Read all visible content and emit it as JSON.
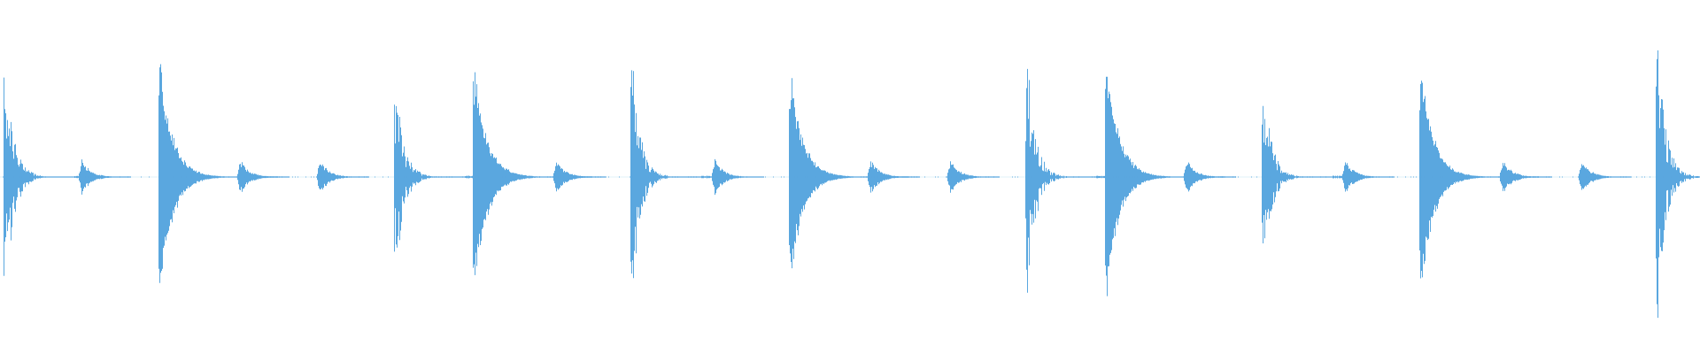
{
  "waveform": {
    "color": "#5aa7df",
    "baseline": "center",
    "hits": [
      {
        "t": 0.002,
        "amp": 0.82,
        "type": "snare"
      },
      {
        "t": 0.046,
        "amp": 0.12,
        "type": "ghost"
      },
      {
        "t": 0.093,
        "amp": 0.75,
        "type": "kick"
      },
      {
        "t": 0.139,
        "amp": 0.12,
        "type": "ghost"
      },
      {
        "t": 0.186,
        "amp": 0.12,
        "type": "ghost"
      },
      {
        "t": 0.232,
        "amp": 0.62,
        "type": "snare"
      },
      {
        "t": 0.278,
        "amp": 0.72,
        "type": "kick"
      },
      {
        "t": 0.325,
        "amp": 0.12,
        "type": "ghost"
      },
      {
        "t": 0.371,
        "amp": 0.72,
        "type": "snare"
      },
      {
        "t": 0.418,
        "amp": 0.12,
        "type": "ghost"
      },
      {
        "t": 0.464,
        "amp": 0.66,
        "type": "kick"
      },
      {
        "t": 0.51,
        "amp": 0.12,
        "type": "ghost"
      },
      {
        "t": 0.557,
        "amp": 0.12,
        "type": "ghost"
      },
      {
        "t": 0.603,
        "amp": 0.78,
        "type": "snare"
      },
      {
        "t": 0.65,
        "amp": 0.74,
        "type": "kick"
      },
      {
        "t": 0.696,
        "amp": 0.12,
        "type": "ghost"
      },
      {
        "t": 0.742,
        "amp": 0.58,
        "type": "snare"
      },
      {
        "t": 0.789,
        "amp": 0.12,
        "type": "ghost"
      },
      {
        "t": 0.835,
        "amp": 0.72,
        "type": "kick"
      },
      {
        "t": 0.882,
        "amp": 0.12,
        "type": "ghost"
      },
      {
        "t": 0.928,
        "amp": 0.12,
        "type": "ghost"
      },
      {
        "t": 0.974,
        "amp": 0.86,
        "type": "snare"
      }
    ]
  }
}
